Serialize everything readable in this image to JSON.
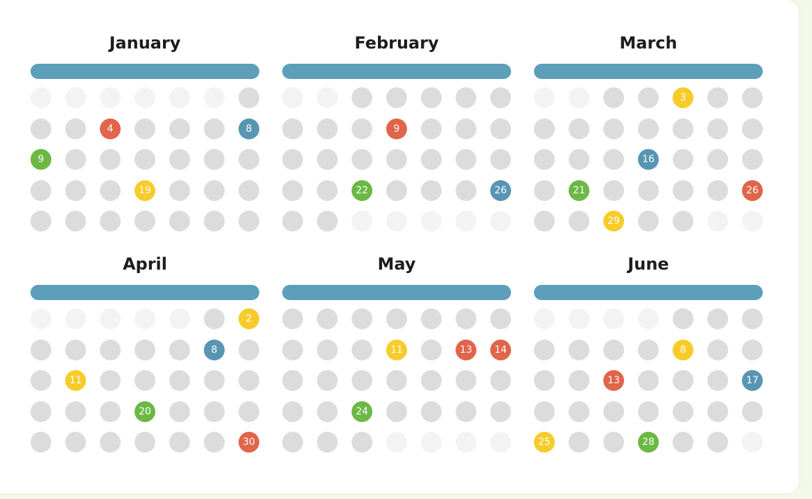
{
  "colors": {
    "bar": "#5d9fba",
    "day": "#dcdcdc",
    "blank": "#f3f3f3",
    "red": "#e0654a",
    "blue": "#5895b3",
    "green": "#6cb845",
    "yellow": "#f7cc2a"
  },
  "months": [
    {
      "name": "January",
      "leading_blanks": 6,
      "days": 30,
      "marked": [
        {
          "day": 4,
          "color": "red",
          "label": "4"
        },
        {
          "day": 8,
          "color": "blue",
          "label": "8"
        },
        {
          "day": 9,
          "color": "green",
          "label": "9"
        },
        {
          "day": 19,
          "color": "yellow",
          "label": "19"
        }
      ]
    },
    {
      "name": "February",
      "leading_blanks": 2,
      "days": 28,
      "marked": [
        {
          "day": 9,
          "color": "red",
          "label": "9"
        },
        {
          "day": 22,
          "color": "green",
          "label": "22"
        },
        {
          "day": 26,
          "color": "blue",
          "label": "26"
        }
      ]
    },
    {
      "name": "March",
      "leading_blanks": 2,
      "days": 31,
      "marked": [
        {
          "day": 3,
          "color": "yellow",
          "label": "3"
        },
        {
          "day": 16,
          "color": "blue",
          "label": "16"
        },
        {
          "day": 21,
          "color": "green",
          "label": "21"
        },
        {
          "day": 26,
          "color": "red",
          "label": "26"
        },
        {
          "day": 29,
          "color": "yellow",
          "label": "29"
        }
      ]
    },
    {
      "name": "April",
      "leading_blanks": 5,
      "days": 30,
      "marked": [
        {
          "day": 2,
          "color": "yellow",
          "label": "2"
        },
        {
          "day": 8,
          "color": "blue",
          "label": "8"
        },
        {
          "day": 11,
          "color": "yellow",
          "label": "11"
        },
        {
          "day": 20,
          "color": "green",
          "label": "20"
        },
        {
          "day": 30,
          "color": "red",
          "label": "30"
        }
      ]
    },
    {
      "name": "May",
      "leading_blanks": 0,
      "days": 31,
      "marked": [
        {
          "day": 11,
          "color": "yellow",
          "label": "11"
        },
        {
          "day": 13,
          "color": "red",
          "label": "13"
        },
        {
          "day": 14,
          "color": "red",
          "label": "14"
        },
        {
          "day": 24,
          "color": "green",
          "label": "24"
        }
      ]
    },
    {
      "name": "June",
      "leading_blanks": 4,
      "days": 30,
      "marked": [
        {
          "day": 8,
          "color": "yellow",
          "label": "8"
        },
        {
          "day": 13,
          "color": "red",
          "label": "13"
        },
        {
          "day": 17,
          "color": "blue",
          "label": "17"
        },
        {
          "day": 25,
          "color": "yellow",
          "label": "25"
        },
        {
          "day": 28,
          "color": "green",
          "label": "28"
        }
      ]
    }
  ]
}
